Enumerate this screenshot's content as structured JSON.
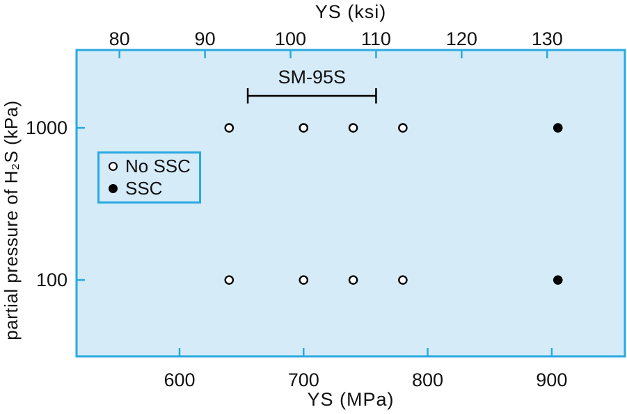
{
  "colors": {
    "frame": "#29a9e1",
    "plot_bg": "#d5ebf8",
    "page_bg": "#ffffff",
    "marker_stroke": "#000000",
    "no_ssc_fill": "#ffffff",
    "ssc_fill": "#000000",
    "text": "#111111"
  },
  "legend": {
    "items": [
      {
        "label": "No SSC",
        "marker": "open-circle"
      },
      {
        "label": "SSC",
        "marker": "filled-circle"
      }
    ]
  },
  "chart_data": {
    "type": "scatter",
    "x_axis_top": {
      "label": "YS (ksi)",
      "unit": "ksi",
      "ticks": [
        80,
        90,
        100,
        110,
        120,
        130
      ],
      "range": [
        75.0,
        139.1
      ]
    },
    "x_axis_bottom": {
      "label": "YS (MPa)",
      "unit": "MPa",
      "ticks": [
        600,
        700,
        800,
        900
      ],
      "range": [
        517,
        959
      ]
    },
    "y_axis": {
      "label": "partial pressure of H₂S (kPa)",
      "unit": "kPa",
      "scale": "log",
      "ticks": [
        1000,
        100
      ],
      "range": [
        31.5,
        3250
      ]
    },
    "point_format": "[YS_MPa, H2S_kPa]",
    "series": [
      {
        "name": "No SSC",
        "marker": "open-circle",
        "points": [
          [
            640,
            1000
          ],
          [
            700,
            1000
          ],
          [
            740,
            1000
          ],
          [
            780,
            1000
          ],
          [
            640,
            100
          ],
          [
            700,
            100
          ],
          [
            740,
            100
          ],
          [
            780,
            100
          ]
        ]
      },
      {
        "name": "SSC",
        "marker": "filled-circle",
        "points": [
          [
            905,
            1000
          ],
          [
            905,
            100
          ]
        ]
      }
    ],
    "annotation": {
      "label": "SM-95S",
      "span_ksi": [
        95,
        110
      ]
    },
    "legend_position": "upper-left-inside",
    "grid": false
  }
}
